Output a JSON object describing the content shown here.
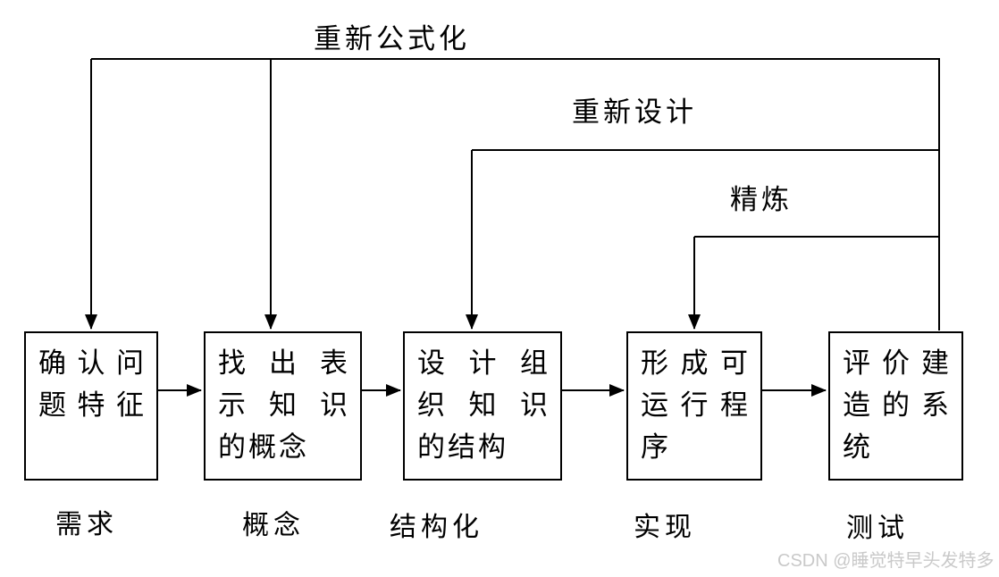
{
  "diagram": {
    "feedback_labels": {
      "reformulate": "重新公式化",
      "redesign": "重新设计",
      "refine": "精炼"
    },
    "boxes": [
      {
        "label": "确认问题特征",
        "line1": "确认问",
        "line2": "题特征",
        "line3": "",
        "stage": "需求"
      },
      {
        "label": "找出表示知识的概念",
        "line1": "找出表",
        "line2": "示知识",
        "line3": "的概念",
        "stage": "概念"
      },
      {
        "label": "设计组织知识的结构",
        "line1": "设计组",
        "line2": "织知识",
        "line3": "的结构",
        "stage": "结构化"
      },
      {
        "label": "形成可运行程序",
        "line1": "形成可",
        "line2": "运行程",
        "line3": "序",
        "stage": "实现"
      },
      {
        "label": "评价建造的系统",
        "line1": "评价建",
        "line2": "造的系",
        "line3": "统",
        "stage": "测试"
      }
    ],
    "watermark": "CSDN @睡觉特早头发特多",
    "colors": {
      "line": "#000000",
      "text": "#000000",
      "watermark": "#c9c9c9",
      "background": "#ffffff"
    }
  }
}
